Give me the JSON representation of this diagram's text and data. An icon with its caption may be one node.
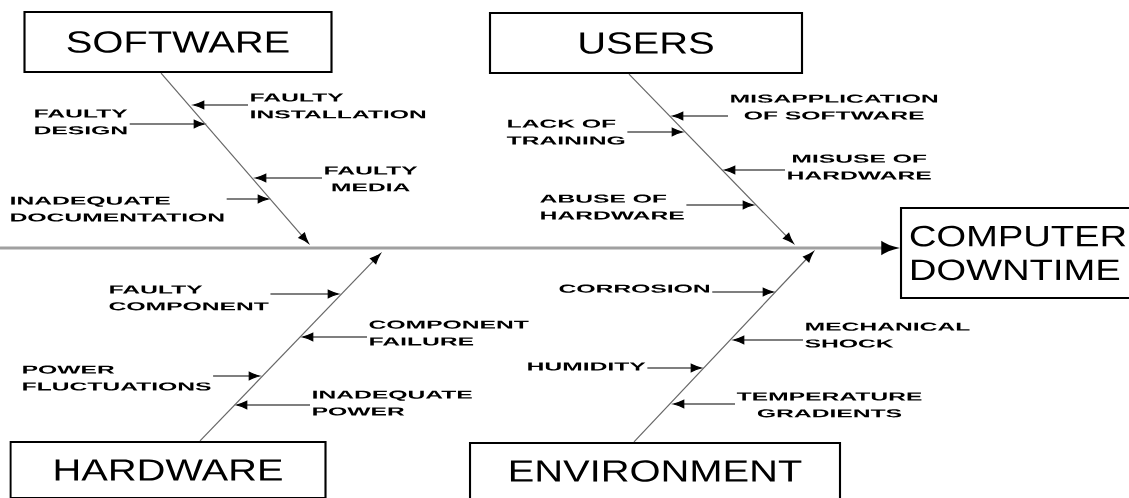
{
  "diagram": {
    "nodes": [
      {
        "text": [
          "SOFTWARE"
        ]
      },
      {
        "text": [
          "FAULTY INSTALLATION"
        ]
      },
      {
        "text": [
          "FAULTY DESIGN"
        ]
      },
      {
        "text": [
          "FAULTY MEDIA"
        ]
      },
      {
        "text": [
          "INADEQUATE DOCUMENTATION"
        ]
      },
      {
        "text": [
          "USERS"
        ]
      },
      {
        "text": [
          "MISAPPLICATION OF SOFTWARE"
        ]
      },
      {
        "text": [
          "LACK OF TRAINING"
        ]
      },
      {
        "text": [
          "MISUSE OF HARDWARE"
        ]
      },
      {
        "text": [
          "ABUSE OF HARDWARE"
        ]
      },
      {
        "text": [
          "COMPUTER DOWNTIME"
        ]
      },
      {
        "text": [
          "FAULTY COMPONENT"
        ]
      },
      {
        "text": [
          "COMPONENT FAILURE"
        ]
      },
      {
        "text": [
          "POWER FLUCTUATIONS"
        ]
      },
      {
        "text": [
          "INADEQUATE POWER"
        ]
      },
      {
        "text": [
          "CORROSION"
        ]
      },
      {
        "text": [
          "MECHANICAL SHOCK"
        ]
      },
      {
        "text": [
          "HUMIDITY"
        ]
      },
      {
        "text": [
          "TEMPERATURE GRADIENTS"
        ]
      },
      {
        "text": [
          "HARDWARE"
        ]
      },
      {
        "text": [
          "ENVIRONMENT"
        ]
      }
    ],
    "edges": [
      {
        "from": 1,
        "to": null,
        "arrow": "to"
      },
      {
        "from": 2,
        "to": null,
        "arrow": "to"
      },
      {
        "from": 3,
        "to": null,
        "arrow": "to"
      },
      {
        "from": 4,
        "to": null,
        "arrow": "to"
      },
      {
        "from": 0,
        "to": null,
        "arrow": "to",
        "color": "#666666"
      },
      {
        "from": 6,
        "to": null,
        "arrow": "to"
      },
      {
        "from": 7,
        "to": null,
        "arrow": "to"
      },
      {
        "from": 8,
        "to": null,
        "arrow": "to"
      },
      {
        "from": 9,
        "to": null,
        "arrow": "to"
      },
      {
        "from": 5,
        "to": null,
        "arrow": "to",
        "color": "#666666"
      },
      {
        "from": null,
        "to": 10,
        "arrow": "to",
        "style": "thick",
        "color": "#a0a0a0"
      },
      {
        "from": 11,
        "to": null,
        "arrow": "to"
      },
      {
        "from": 12,
        "to": null,
        "arrow": "to"
      },
      {
        "from": 13,
        "to": null,
        "arrow": "to"
      },
      {
        "from": 14,
        "to": null,
        "arrow": "to"
      },
      {
        "from": 19,
        "to": null,
        "arrow": "to",
        "color": "#666666"
      },
      {
        "from": 15,
        "to": null,
        "arrow": "to"
      },
      {
        "from": 16,
        "to": null,
        "arrow": "to"
      },
      {
        "from": 17,
        "to": null,
        "arrow": "to"
      },
      {
        "from": 18,
        "to": null,
        "arrow": "to"
      },
      {
        "from": 20,
        "to": null,
        "arrow": "to",
        "color": "#666666"
      }
    ]
  }
}
